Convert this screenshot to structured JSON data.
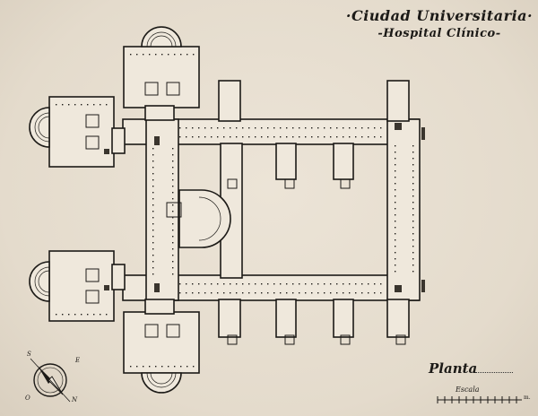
{
  "drawing": {
    "title": "·Ciudad Universitaria·",
    "subtitle": "-Hospital Clínico-",
    "label": "Planta",
    "scale_label": "Escala",
    "scale_unit": "m.",
    "compass_letters": [
      "S",
      "E",
      "O",
      "N"
    ]
  },
  "colors": {
    "paper": "#e6ddcf",
    "ink": "#1c1a17",
    "building_fill": "#efe8dc"
  }
}
